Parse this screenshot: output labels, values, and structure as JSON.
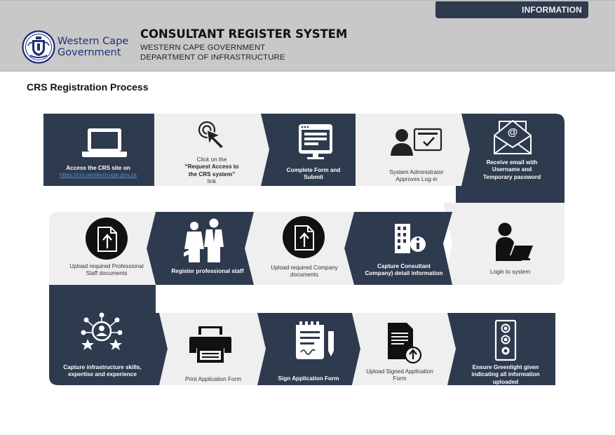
{
  "header": {
    "info_tab": "INFORMATION",
    "logo_line1": "Western Cape",
    "logo_line2": "Government",
    "title": "CONSULTANT REGISTER SYSTEM",
    "subtitle1": "WESTERN CAPE GOVERNMENT",
    "subtitle2": "DEPARTMENT OF INFRASTRUCTURE"
  },
  "page_title": "CRS Registration Process",
  "colors": {
    "dark": "#2e3a4e",
    "light": "#efefef",
    "header": "#c8c8c8",
    "link": "#4f8fd8",
    "logo_blue": "#1f2f7a"
  },
  "steps": [
    {
      "label": "Access the CRS site on",
      "link": "https://crs.westerncape.gov.za",
      "icon": "laptop-icon"
    },
    {
      "label_pre": "Click on the",
      "label_bold1": "“Request Access to",
      "label_bold2": "the CRS system”",
      "label_post": "link",
      "icon": "cursor-click-icon"
    },
    {
      "label1": "Complete Form and",
      "label2": "Submit",
      "icon": "web-form-icon"
    },
    {
      "label1": "System Administrator",
      "label2": "Approves Log-in",
      "icon": "admin-approve-icon"
    },
    {
      "label1": "Receive email with",
      "label2": "Username and",
      "label3": "Temporary password",
      "icon": "email-icon"
    },
    {
      "label1": "Login to system",
      "icon": "user-laptop-icon"
    },
    {
      "label1": "Capture Consultant",
      "label2": "Company) detail information",
      "icon": "company-info-icon"
    },
    {
      "label1": "Upload required Company",
      "label2": "documents",
      "icon": "upload-document-icon"
    },
    {
      "label1": "Register professional staff",
      "icon": "professionals-icon"
    },
    {
      "label1": "Upload required Professional",
      "label2": "Staff documents",
      "icon": "upload-document-icon"
    },
    {
      "label1": "Capture infrastructure skills,",
      "label2": "expertise and experience",
      "icon": "skills-network-icon"
    },
    {
      "label1": "Print Application Form",
      "icon": "printer-icon"
    },
    {
      "label1": "Sign Application Form",
      "icon": "sign-document-icon"
    },
    {
      "label1": "Upload Signed Application",
      "label2": "Form",
      "icon": "upload-signed-form-icon"
    },
    {
      "label1": "Ensure Greenlight given",
      "label2": "indicating all information",
      "label3": "uploaded",
      "icon": "traffic-light-icon"
    }
  ]
}
